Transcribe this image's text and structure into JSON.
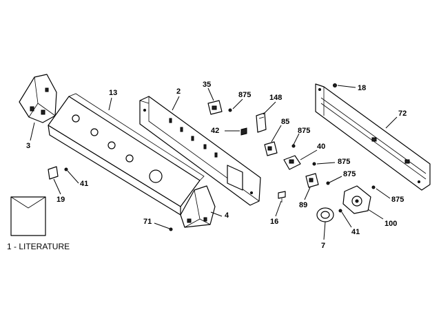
{
  "callouts": {
    "c13": "13",
    "c2": "2",
    "c35": "35",
    "c875a": "875",
    "c148": "148",
    "c18": "18",
    "c72": "72",
    "c3": "3",
    "c42": "42",
    "c85": "85",
    "c875b": "875",
    "c40": "40",
    "c875c": "875",
    "c875d": "875",
    "c875e": "875",
    "c41a": "41",
    "c19": "19",
    "c71": "71",
    "c4": "4",
    "c16": "16",
    "c89": "89",
    "c100": "100",
    "c41b": "41",
    "c7": "7"
  },
  "literature": {
    "label": "1 - LITERATURE"
  }
}
